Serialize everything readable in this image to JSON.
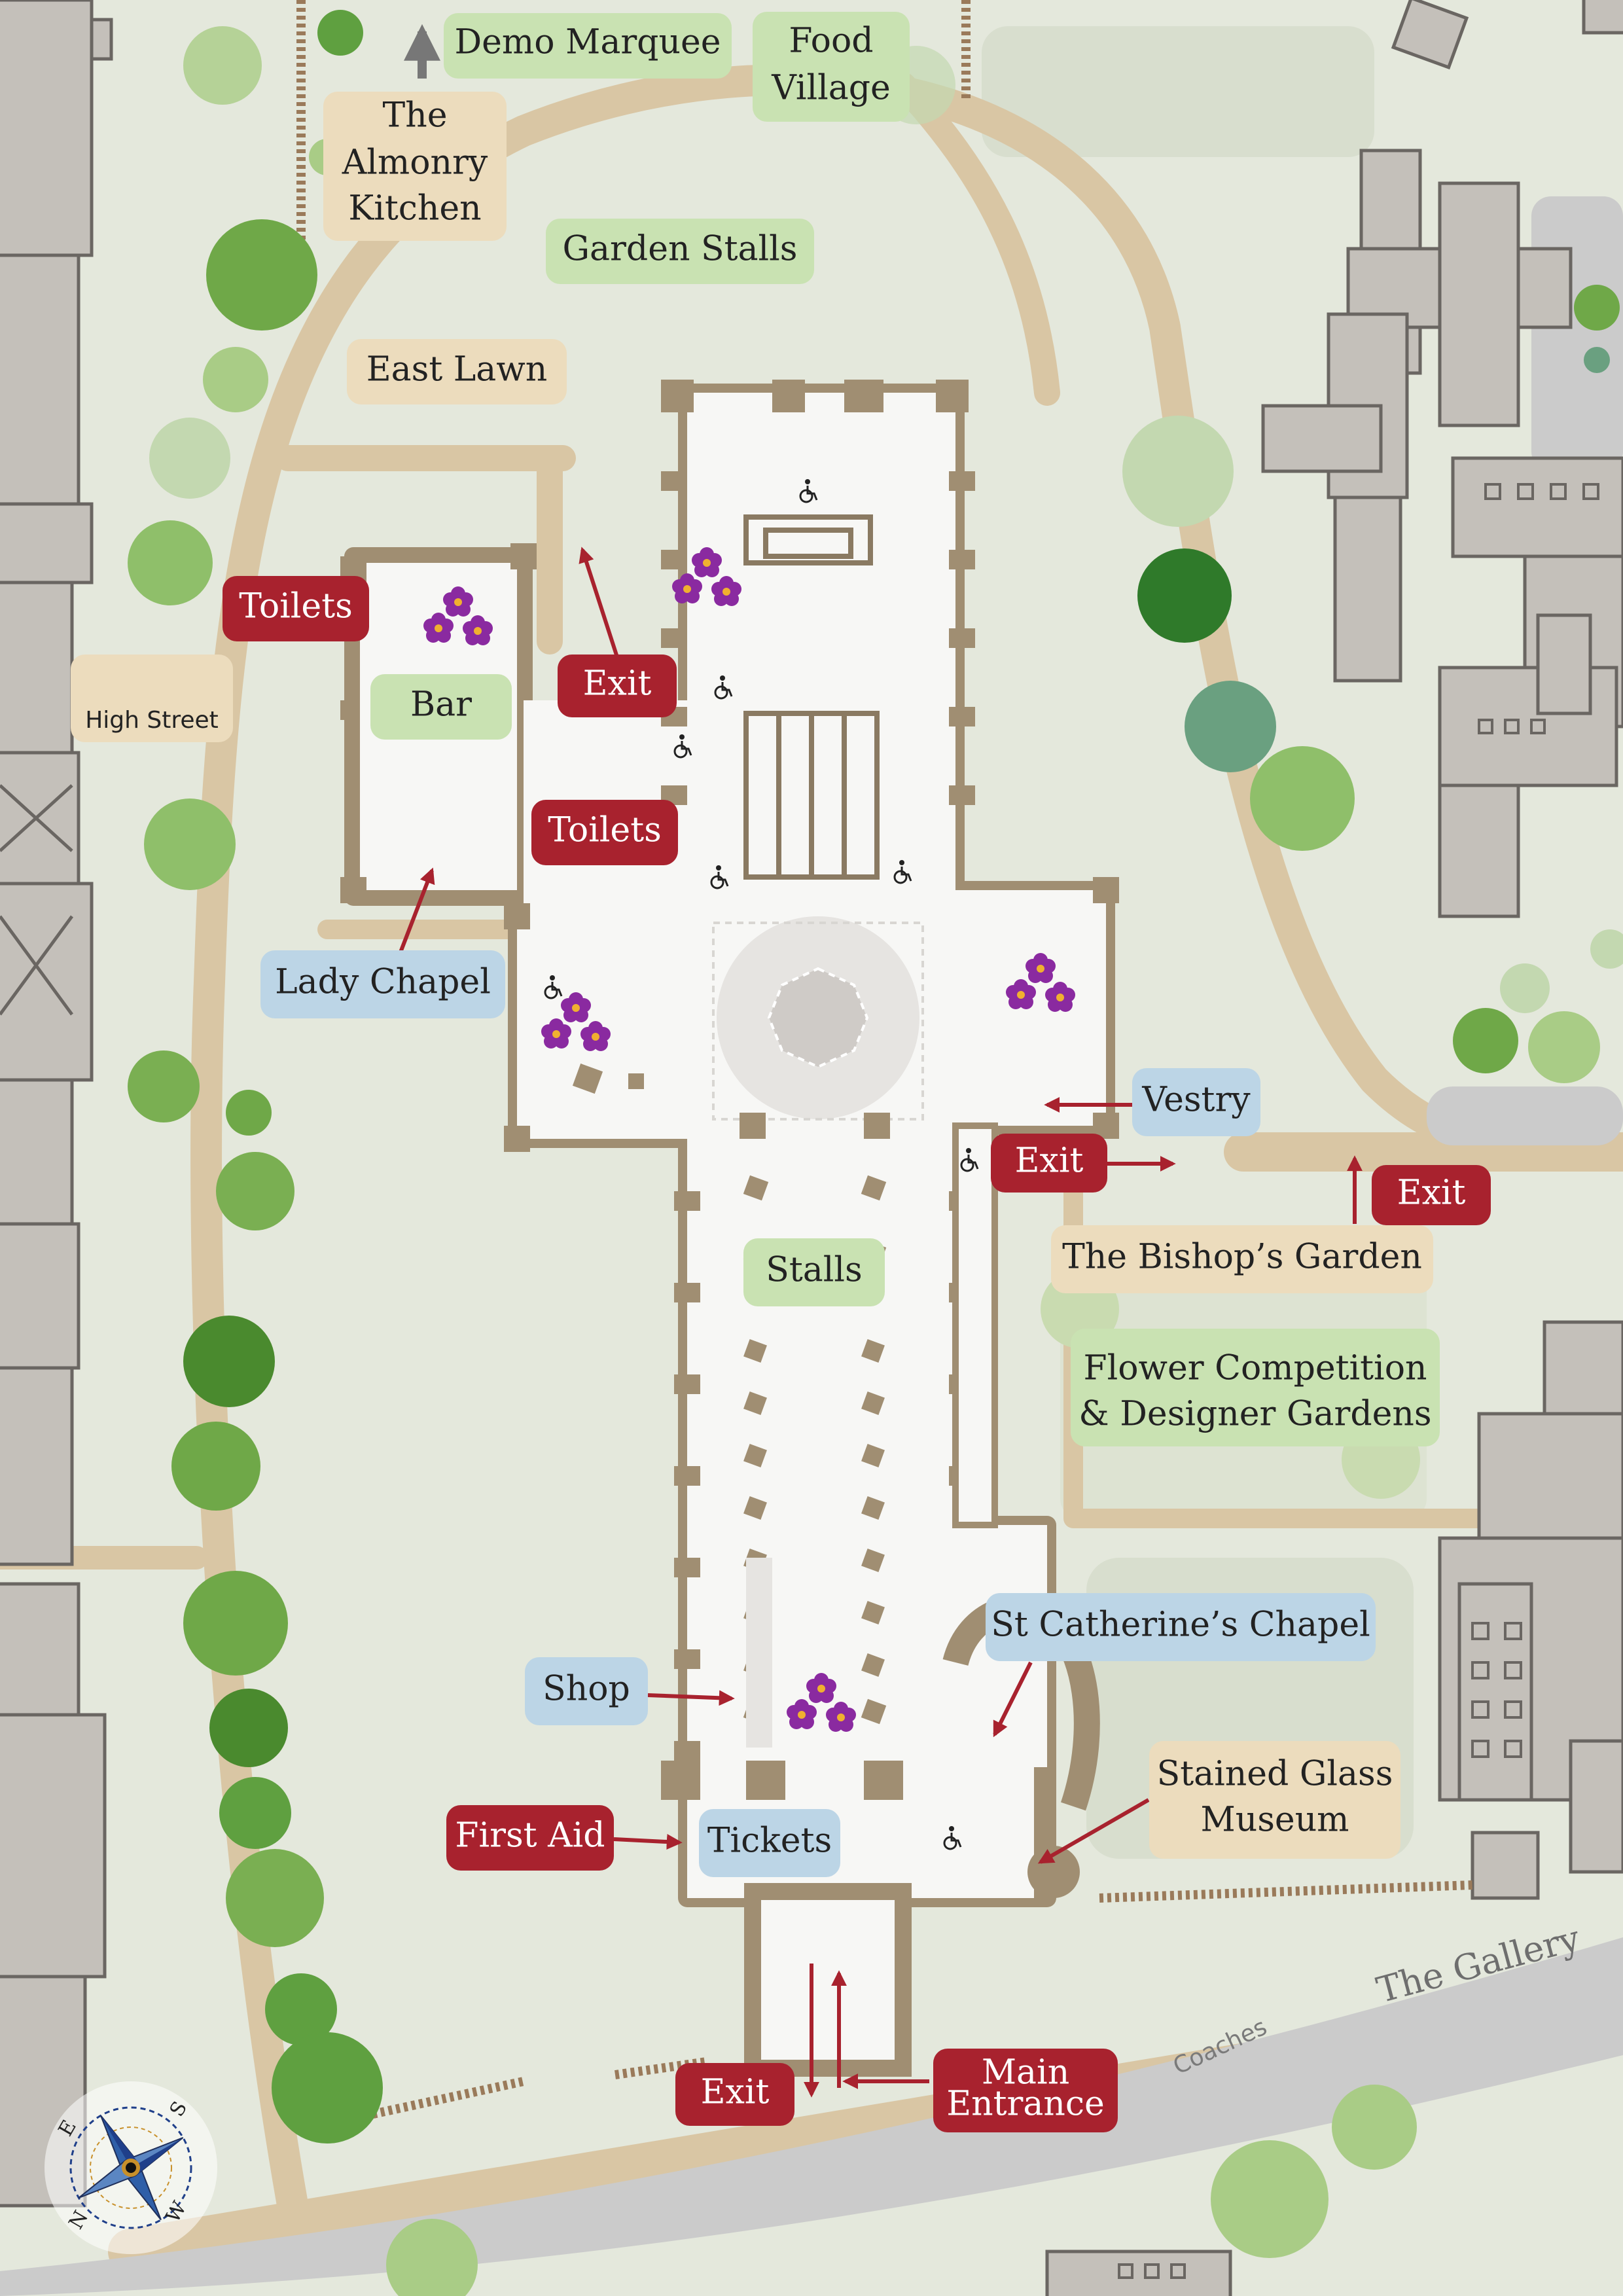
{
  "colors": {
    "background": "#e4e8dc",
    "path": "#d9c6a4",
    "road": "#cbcbcb",
    "building": "#c4c0ba",
    "building_stroke": "#6a6662",
    "cathedral_floor": "#f7f7f5",
    "cathedral_wall": "#a08e72",
    "tag_red": "#a8222e",
    "tag_green": "#c9e2b2",
    "tag_blue": "#bcd5e6",
    "tag_beige": "#ecdcbd",
    "arrow_red": "#a8222e",
    "arrow_grey": "#777777",
    "flower": "#8a2aa0",
    "tree_dark": "#5a9a3a",
    "tree_light": "#a9cc86"
  },
  "roads": {
    "the_gallery": "The Gallery",
    "coaches": "Coaches",
    "high_street": "High Street"
  },
  "labels": {
    "demo_marquee": "Demo Marquee",
    "food_village": [
      "Food",
      "Village"
    ],
    "almonry_kitchen": [
      "The",
      "Almonry",
      "Kitchen"
    ],
    "garden_stalls": "Garden Stalls",
    "east_lawn": "East Lawn",
    "toilets_north": "Toilets",
    "bar": "Bar",
    "exit_north": "Exit",
    "toilets_central": "Toilets",
    "lady_chapel": "Lady Chapel",
    "vestry": "Vestry",
    "exit_south_transept": "Exit",
    "exit_bishops": "Exit",
    "bishops_garden": "The Bishop’s Garden",
    "flower_competition": [
      "Flower Competition",
      "& Designer Gardens"
    ],
    "stalls": "Stalls",
    "st_catherines": "St Catherine’s Chapel",
    "shop": "Shop",
    "stained_glass": [
      "Stained Glass",
      "Museum"
    ],
    "first_aid": "First Aid",
    "tickets": "Tickets",
    "exit_main": "Exit",
    "main_entrance": [
      "Main",
      "Entrance"
    ]
  },
  "compass": {
    "n": "N",
    "e": "E",
    "s": "S",
    "w": "W"
  },
  "icons": {
    "accessible": "wheelchair-icon",
    "flowers": "flower-icon",
    "arrow": "arrow-icon",
    "compass": "compass-rose-icon"
  }
}
